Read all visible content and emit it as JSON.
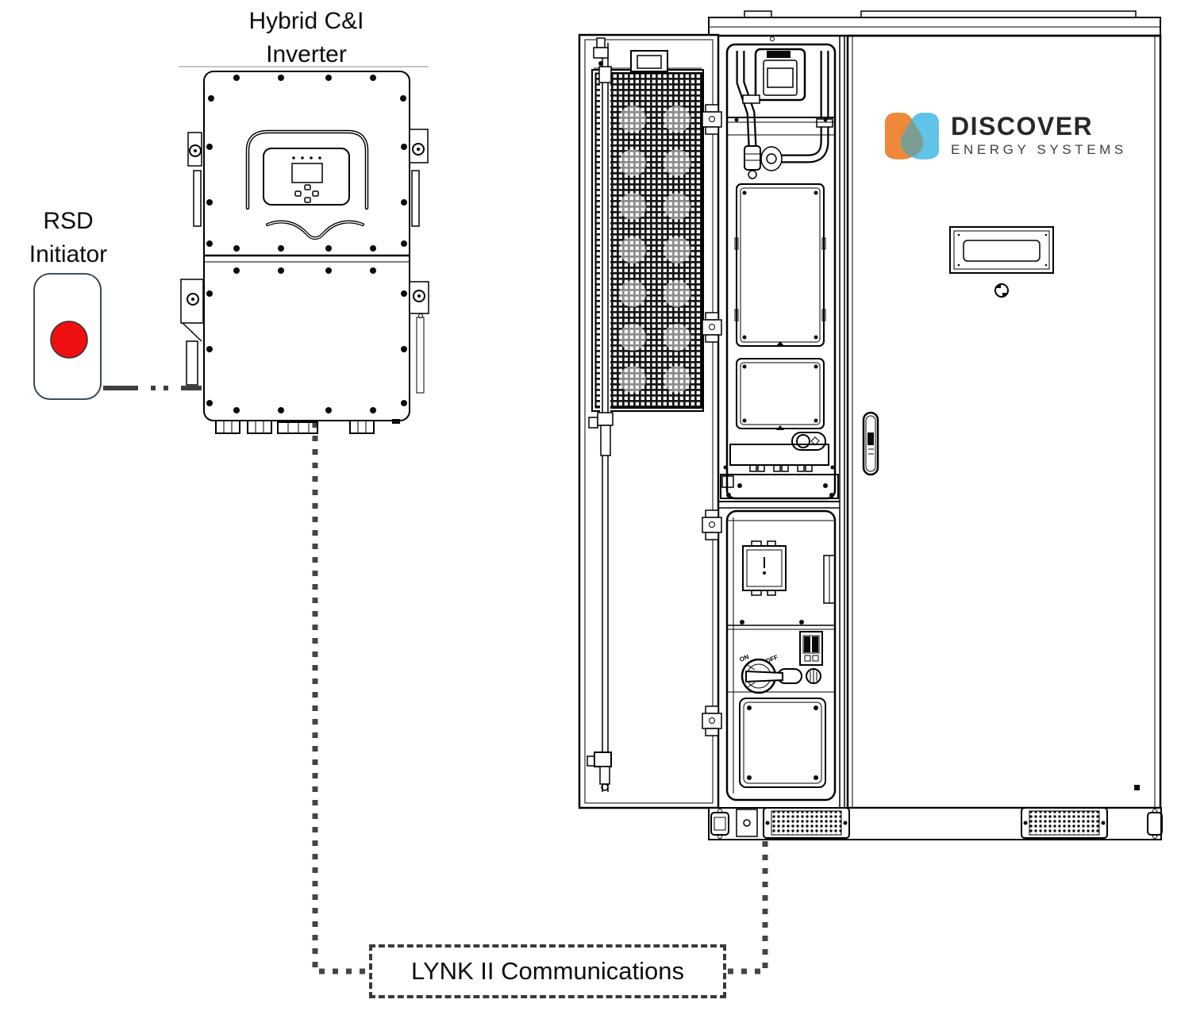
{
  "diagram": {
    "inverter_label": {
      "line1": "Hybrid C&I",
      "line2": "Inverter"
    },
    "rsd_label": {
      "line1": "RSD",
      "line2": "Initiator"
    },
    "comms_label": "LYNK II Communications",
    "logo": {
      "title": "DISCOVER",
      "subtitle": "ENERGY SYSTEMS"
    },
    "disconnect_switch": {
      "on_label": "ON",
      "off_label": "OFF"
    },
    "colors": {
      "rsd_button": "#EE1010",
      "rsd_outline": "#22384a",
      "logo_orange": "#F0883A",
      "logo_blue": "#5FC4E8",
      "logo_overlap": "#7C9E92",
      "logo_text": "#26282C",
      "logo_subtext": "#3A3F45",
      "dotted_line": "#454545",
      "dashdot_line": "#3F3F3F",
      "line_art": "#000000"
    }
  }
}
